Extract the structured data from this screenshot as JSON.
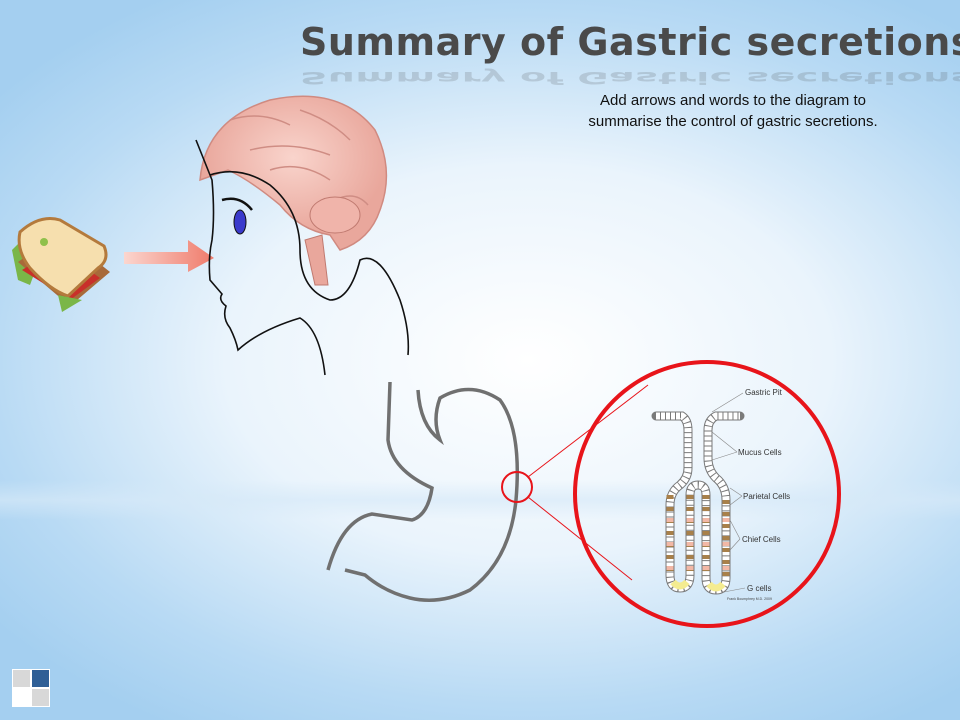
{
  "slide": {
    "title": "Summary of Gastric secretions",
    "instruction_line1": "Add arrows and words to the diagram to",
    "instruction_line2": "summarise the control of gastric secretions."
  },
  "diagram": {
    "labels": [
      "Gastric Pit",
      "Mucus Cells",
      "Parietal Cells",
      "Chief Cells",
      "G cells"
    ],
    "credit": "Frank Boumphrey M.D. 2009"
  },
  "colors": {
    "zoom_circle": "#e8141a",
    "arrow": "#f08070",
    "brain": "#f2b8b0"
  }
}
